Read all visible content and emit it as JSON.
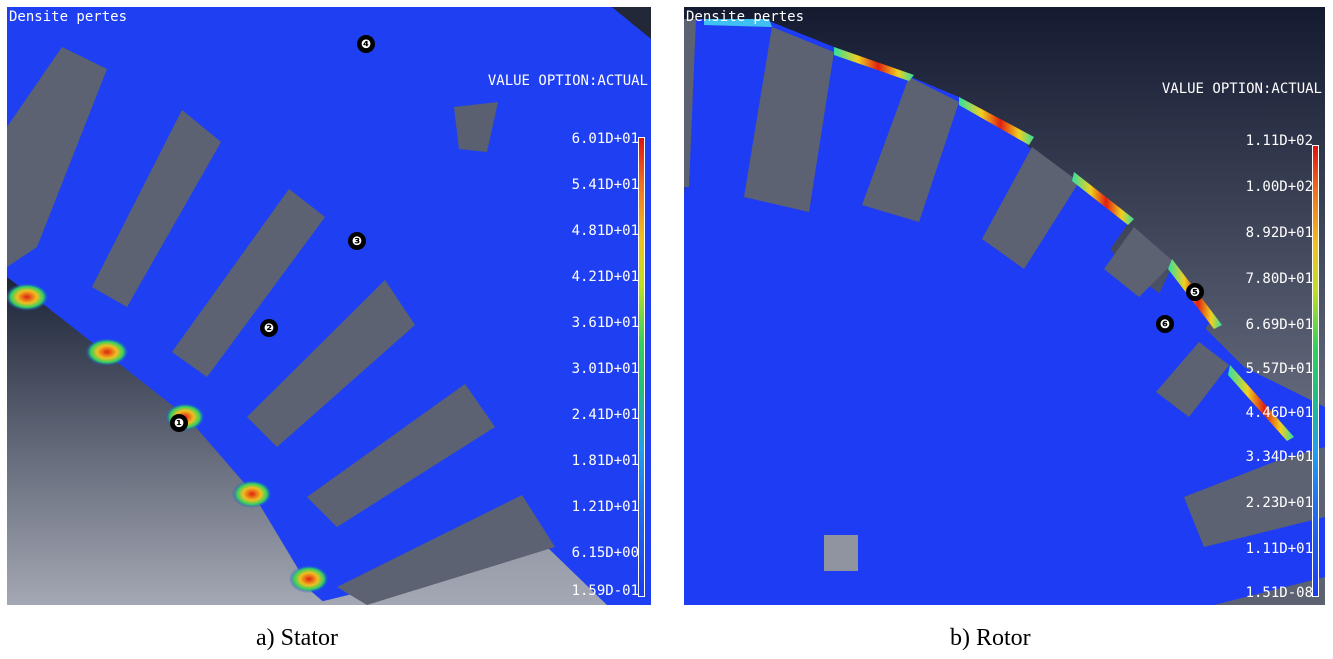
{
  "panels": [
    {
      "title": "Densite pertes",
      "value_option": "VALUE OPTION:ACTUAL",
      "legend": [
        "6.01D+01",
        "5.41D+01",
        "4.81D+01",
        "4.21D+01",
        "3.61D+01",
        "3.01D+01",
        "2.41D+01",
        "1.81D+01",
        "1.21D+01",
        "6.15D+00",
        "1.59D-01"
      ],
      "markers": [
        "❶",
        "❷",
        "❸",
        "❹"
      ],
      "caption": "a) Stator"
    },
    {
      "title": "Densite pertes",
      "value_option": "VALUE OPTION:ACTUAL",
      "legend": [
        "1.11D+02",
        "1.00D+02",
        "8.92D+01",
        "7.80D+01",
        "6.69D+01",
        "5.57D+01",
        "4.46D+01",
        "3.34D+01",
        "2.23D+01",
        "1.11D+01",
        "1.51D-08"
      ],
      "markers": [
        "❺",
        "❻"
      ],
      "caption": "b) Rotor"
    }
  ],
  "colors": {
    "field_blue": "#1a3cf0",
    "hotspot_red": "#e03010",
    "background_top": "#1c2438",
    "background_bottom": "#a0a4b0",
    "slot_grey": "#5e6472"
  }
}
